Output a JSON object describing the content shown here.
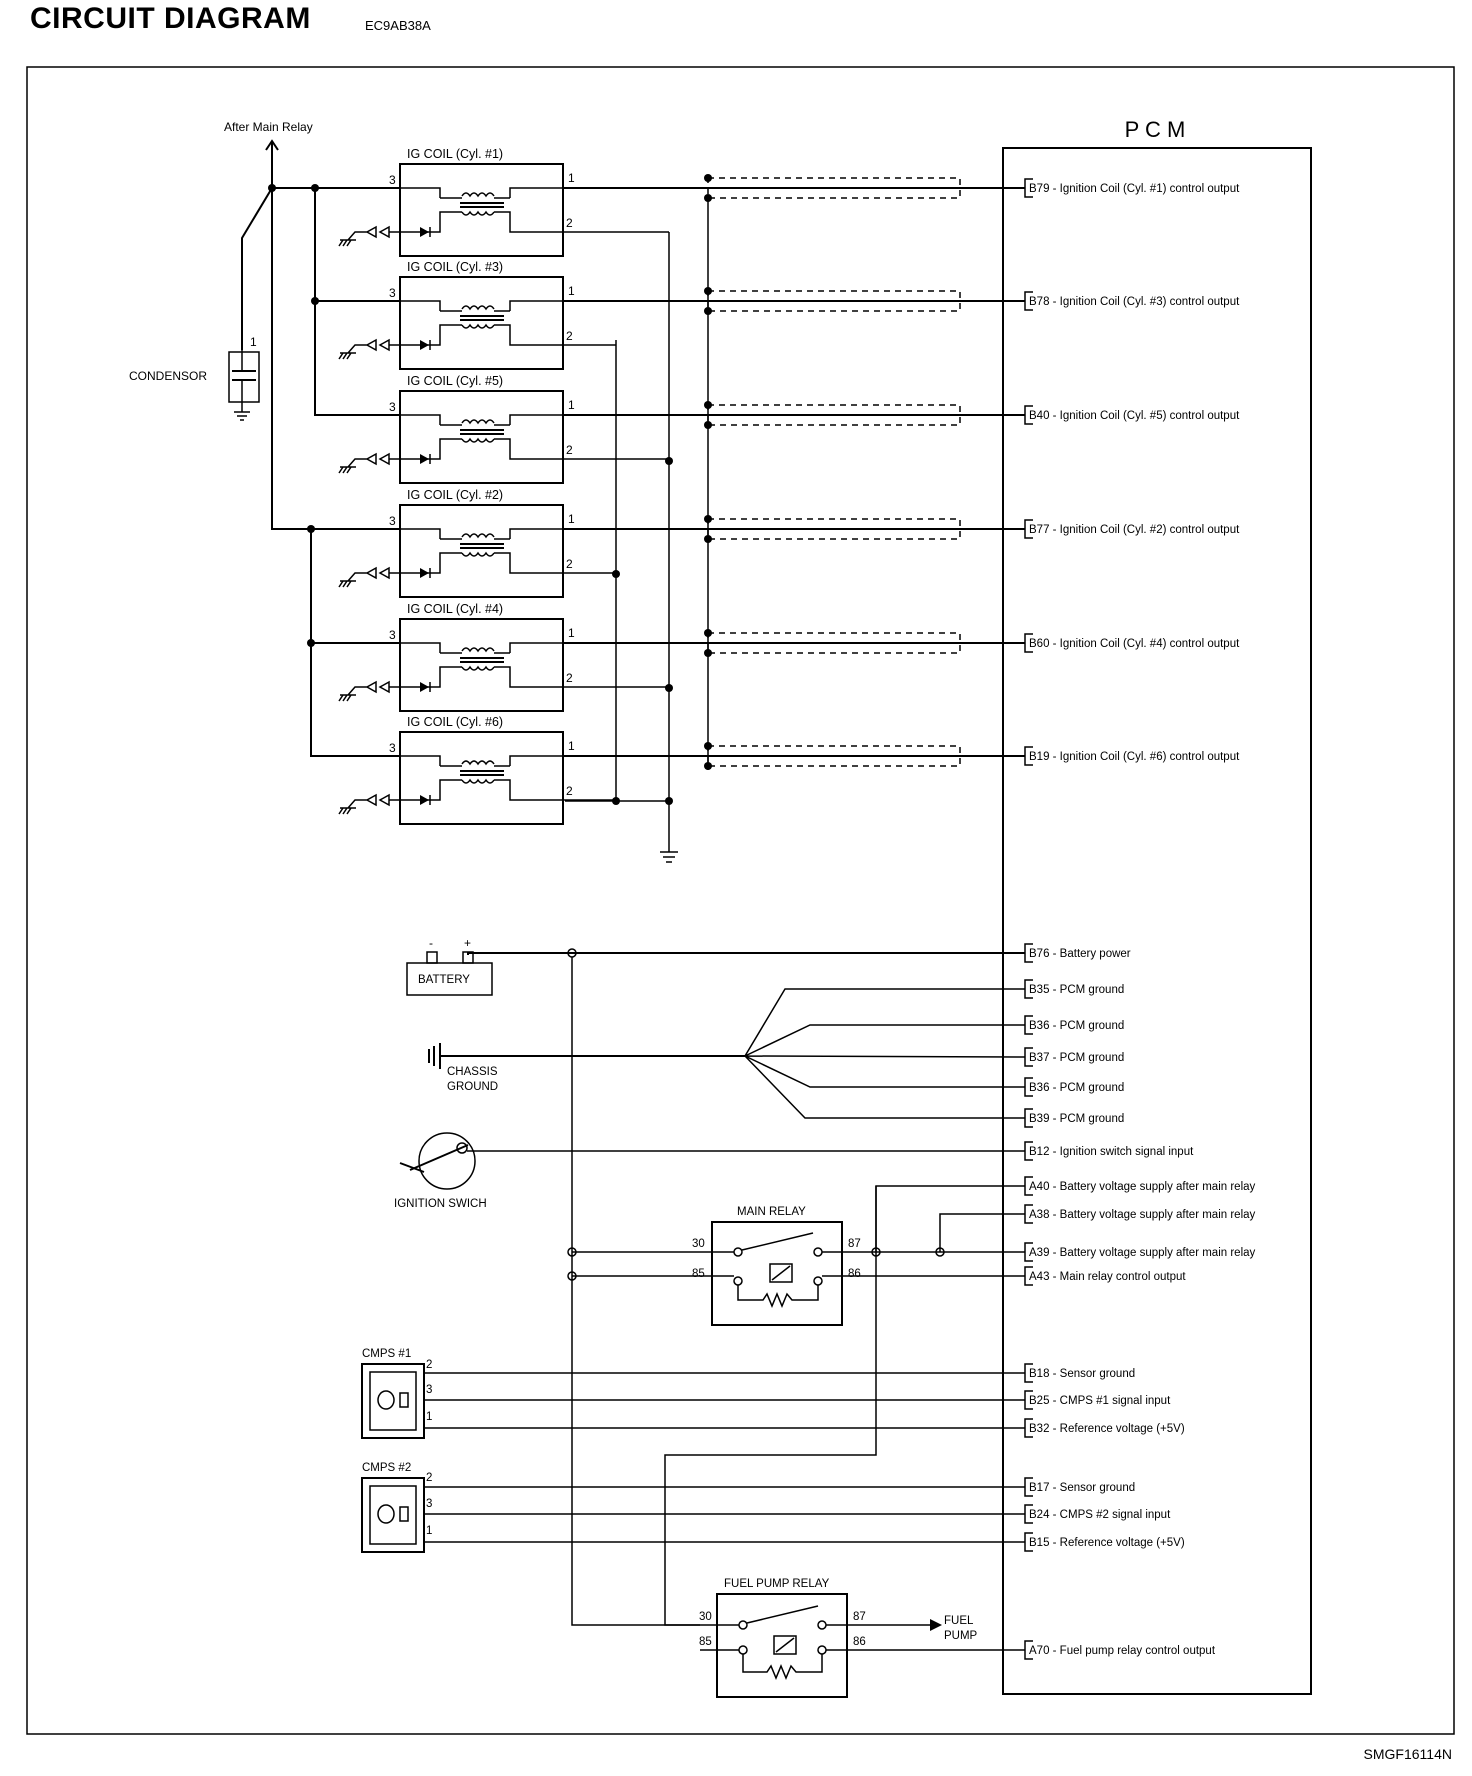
{
  "header": {
    "title": "CIRCUIT DIAGRAM",
    "code": "EC9AB38A"
  },
  "footer": {
    "code": "SMGF16114N"
  },
  "pcm": {
    "label": "P C M"
  },
  "labels": {
    "after_main_relay": "After Main Relay",
    "condensor": "CONDENSOR",
    "battery": "BATTERY",
    "chassis_ground": [
      "CHASSIS",
      "GROUND"
    ],
    "ignition_switch": "IGNITION SWICH",
    "main_relay": "MAIN RELAY",
    "fuel_pump_relay": "FUEL PUMP RELAY",
    "fuel_pump": [
      "FUEL",
      "PUMP"
    ],
    "cmps1": "CMPS #1",
    "cmps2": "CMPS #2",
    "battery_minus": "-",
    "battery_plus": "+"
  },
  "coils": [
    {
      "label": "IG COIL (Cyl. #1)",
      "pins": [
        "3",
        "1",
        "2"
      ]
    },
    {
      "label": "IG COIL (Cyl. #3)",
      "pins": [
        "3",
        "1",
        "2"
      ]
    },
    {
      "label": "IG COIL (Cyl. #5)",
      "pins": [
        "3",
        "1",
        "2"
      ]
    },
    {
      "label": "IG COIL (Cyl. #2)",
      "pins": [
        "3",
        "1",
        "2"
      ]
    },
    {
      "label": "IG COIL (Cyl. #4)",
      "pins": [
        "3",
        "1",
        "2"
      ]
    },
    {
      "label": "IG COIL (Cyl. #6)",
      "pins": [
        "3",
        "1",
        "2"
      ]
    }
  ],
  "pins": {
    "condensor": "1",
    "relay": [
      "30",
      "85",
      "87",
      "86"
    ],
    "cmps": [
      "2",
      "3",
      "1"
    ]
  },
  "pcm_pins": [
    "B79 - Ignition Coil (Cyl. #1) control output",
    "B78 - Ignition Coil (Cyl. #3) control output",
    "B40 - Ignition Coil (Cyl. #5) control output",
    "B77 - Ignition Coil (Cyl. #2) control output",
    "B60 - Ignition Coil (Cyl. #4) control output",
    "B19 - Ignition Coil (Cyl. #6) control output",
    "B76 - Battery power",
    "B35 - PCM ground",
    "B36 - PCM ground",
    "B37 - PCM ground",
    "B36 - PCM ground",
    "B39 - PCM ground",
    "B12 - Ignition switch signal input",
    "A40 - Battery voltage supply after main relay",
    "A38 - Battery voltage supply after main relay",
    "A39 - Battery voltage supply after main relay",
    "A43 - Main relay control output",
    "B18 - Sensor ground",
    "B25 - CMPS #1 signal input",
    "B32 - Reference voltage (+5V)",
    "B17 - Sensor ground",
    "B24 - CMPS #2 signal input",
    "B15 - Reference voltage (+5V)",
    "A70 - Fuel pump relay control output"
  ]
}
